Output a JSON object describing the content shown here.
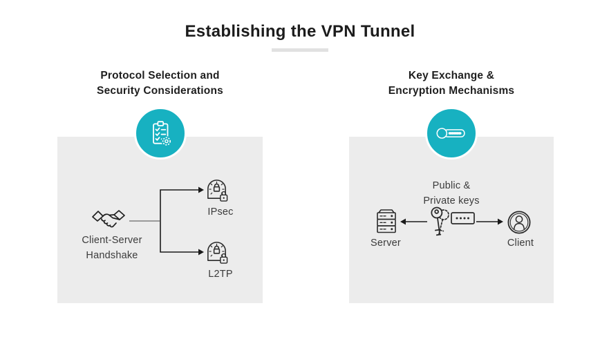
{
  "page": {
    "title": "Establishing the VPN Tunnel"
  },
  "colors": {
    "accent_teal": "#17b1c1",
    "panel_background": "#ececec",
    "title_underline": "#e1e1e1",
    "icon_stroke": "#2a2a2a",
    "stem_line_gray": "#8f8f8f"
  },
  "left_section": {
    "heading_line1": "Protocol Selection and",
    "heading_line2": "Security Considerations",
    "badge_icon": "checklist-gear-icon",
    "source_node": {
      "icon": "handshake-icon",
      "label_line1": "Client-Server",
      "label_line2": "Handshake"
    },
    "branches": [
      {
        "icon": "tunnel-lock-icon",
        "label": "IPsec"
      },
      {
        "icon": "tunnel-lock-icon",
        "label": "L2TP"
      }
    ]
  },
  "right_section": {
    "heading_line1": "Key Exchange &",
    "heading_line2": "Encryption Mechanisms",
    "badge_icon": "key-fob-icon",
    "center_node": {
      "icon": "keys-password-icon",
      "label_line1": "Public &",
      "label_line2": "Private keys"
    },
    "nodes": [
      {
        "icon": "server-icon",
        "label": "Server"
      },
      {
        "icon": "person-circle-icon",
        "label": "Client"
      }
    ]
  }
}
